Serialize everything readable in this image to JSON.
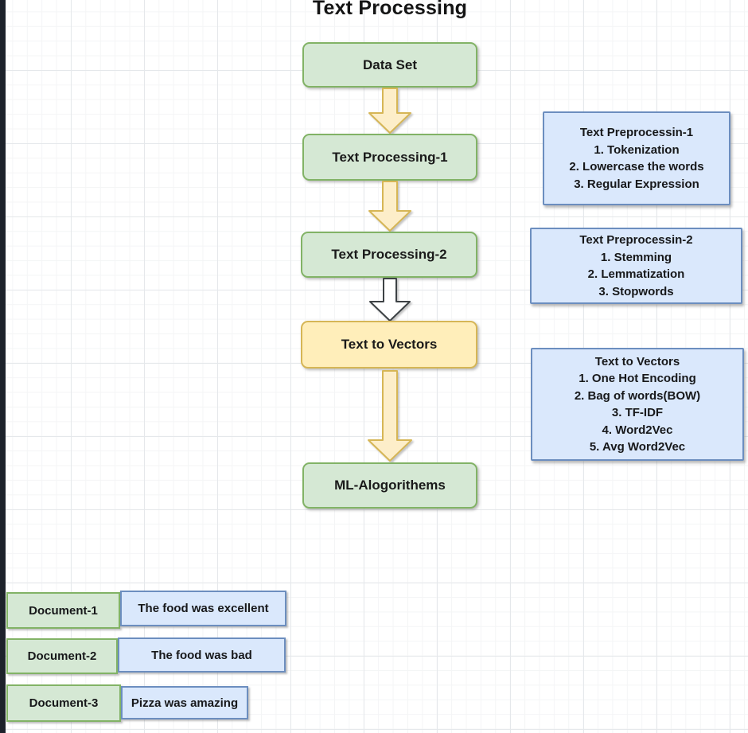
{
  "title": "Text Processing",
  "flow": {
    "nodes": [
      {
        "id": "data-set",
        "label": "Data Set",
        "style": "green"
      },
      {
        "id": "text-processing-1",
        "label": "Text Processing-1",
        "style": "green"
      },
      {
        "id": "text-processing-2",
        "label": "Text Processing-2",
        "style": "green"
      },
      {
        "id": "text-to-vectors",
        "label": "Text to Vectors",
        "style": "yellow"
      },
      {
        "id": "ml-algorithms",
        "label": "ML-Alogorithems",
        "style": "green"
      }
    ],
    "connectors": [
      {
        "from": "Data Set",
        "to": "Text Processing-1",
        "style": "yellow-block-arrow"
      },
      {
        "from": "Text Processing-1",
        "to": "Text Processing-2",
        "style": "yellow-block-arrow"
      },
      {
        "from": "Text Processing-2",
        "to": "Text to Vectors",
        "style": "white-block-arrow"
      },
      {
        "from": "Text to Vectors",
        "to": "ML-Alogorithems",
        "style": "yellow-block-arrow"
      }
    ]
  },
  "notes": [
    {
      "title": "Text Preprocessin-1",
      "items": [
        "1. Tokenization",
        "2. Lowercase the words",
        "3. Regular Expression"
      ]
    },
    {
      "title": "Text Preprocessin-2",
      "items": [
        "1. Stemming",
        "2. Lemmatization",
        "3. Stopwords"
      ]
    },
    {
      "title": "Text to Vectors",
      "items": [
        "1. One Hot Encoding",
        "2. Bag of words(BOW)",
        "3. TF-IDF",
        "4. Word2Vec",
        "5. Avg Word2Vec"
      ]
    }
  ],
  "documents": [
    {
      "label": "Document-1",
      "text": "The food was excellent"
    },
    {
      "label": "Document-2",
      "text": "The food was bad"
    },
    {
      "label": "Document-3",
      "text": "Pizza was amazing"
    }
  ],
  "colors": {
    "green_fill": "#d5e8d4",
    "green_border": "#82b366",
    "yellow_fill": "#ffeeba",
    "yellow_border": "#d6b656",
    "arrow_yellow_fill": "#fdeec9",
    "white_arrow_stroke": "#3d4245",
    "blue_fill": "#dae8fc",
    "blue_border": "#6c8ebf",
    "text": "#1a1a1a",
    "edge_strip": "#1d222b"
  }
}
